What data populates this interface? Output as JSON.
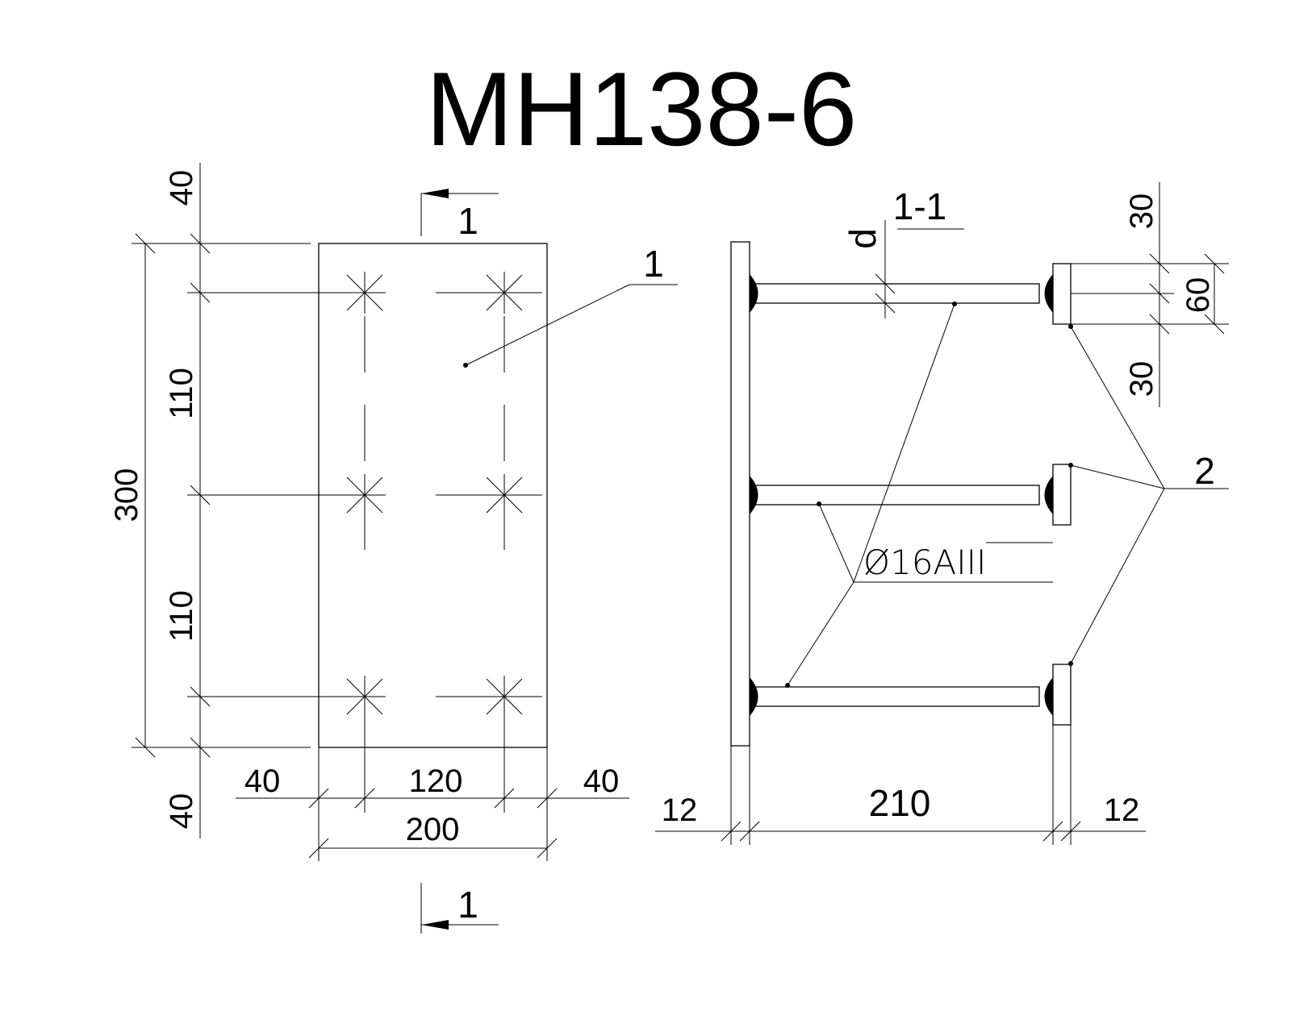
{
  "title": "MH138-6",
  "plan": {
    "height": "300",
    "top_edge": "40",
    "bottom_edge": "40",
    "spacing_upper": "110",
    "spacing_lower": "110",
    "left_edge": "40",
    "center_spacing": "120",
    "right_edge": "40",
    "width": "200",
    "section_mark_top": "1",
    "section_mark_bottom": "1",
    "callout_plate": "1"
  },
  "section": {
    "title": "1-1",
    "bar_dim": "d",
    "plate_thickness_left": "12",
    "length": "210",
    "plate_thickness_right": "12",
    "washer_top": "30",
    "washer_height": "60",
    "washer_bottom": "30",
    "callout_washer": "2",
    "rebar_spec": "Ø16AIII"
  }
}
